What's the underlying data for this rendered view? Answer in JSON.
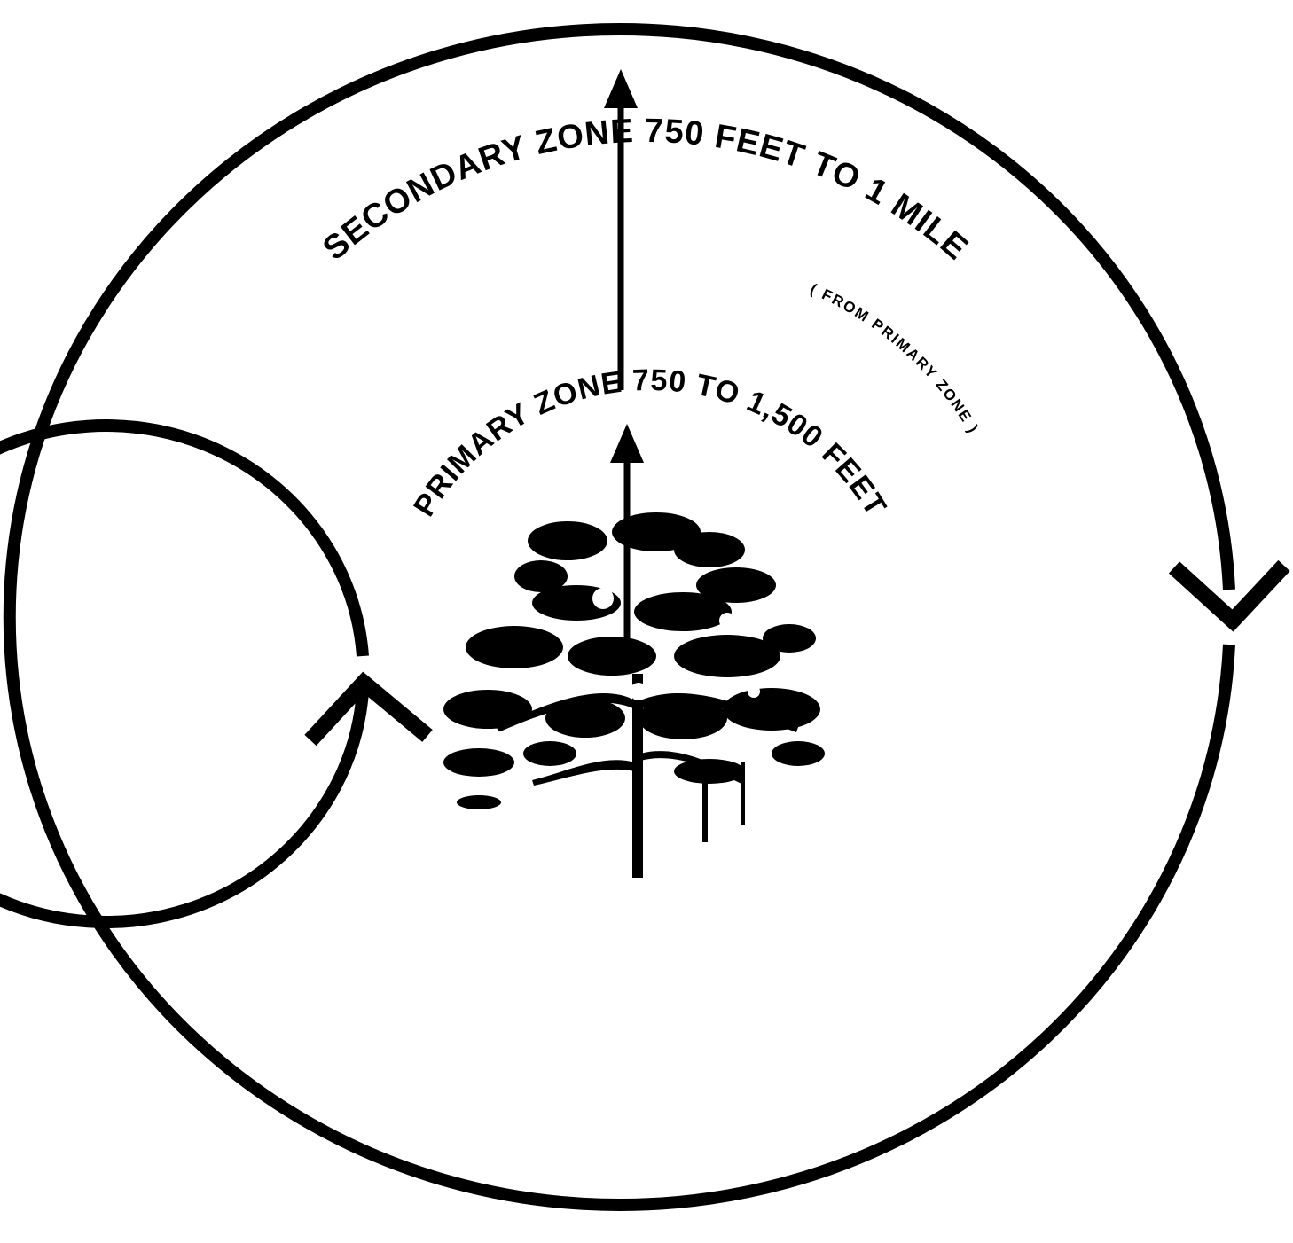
{
  "diagram": {
    "secondary_zone": {
      "label": "SECONDARY ZONE  750 FEET TO 1 MILE",
      "sublabel": "( FROM PRIMARY ZONE )"
    },
    "primary_zone": {
      "label": "PRIMARY ZONE  750 TO 1,500 FEET"
    },
    "center_icon": "tree-icon",
    "colors": {
      "ink": "#000000",
      "background": "#ffffff"
    }
  }
}
